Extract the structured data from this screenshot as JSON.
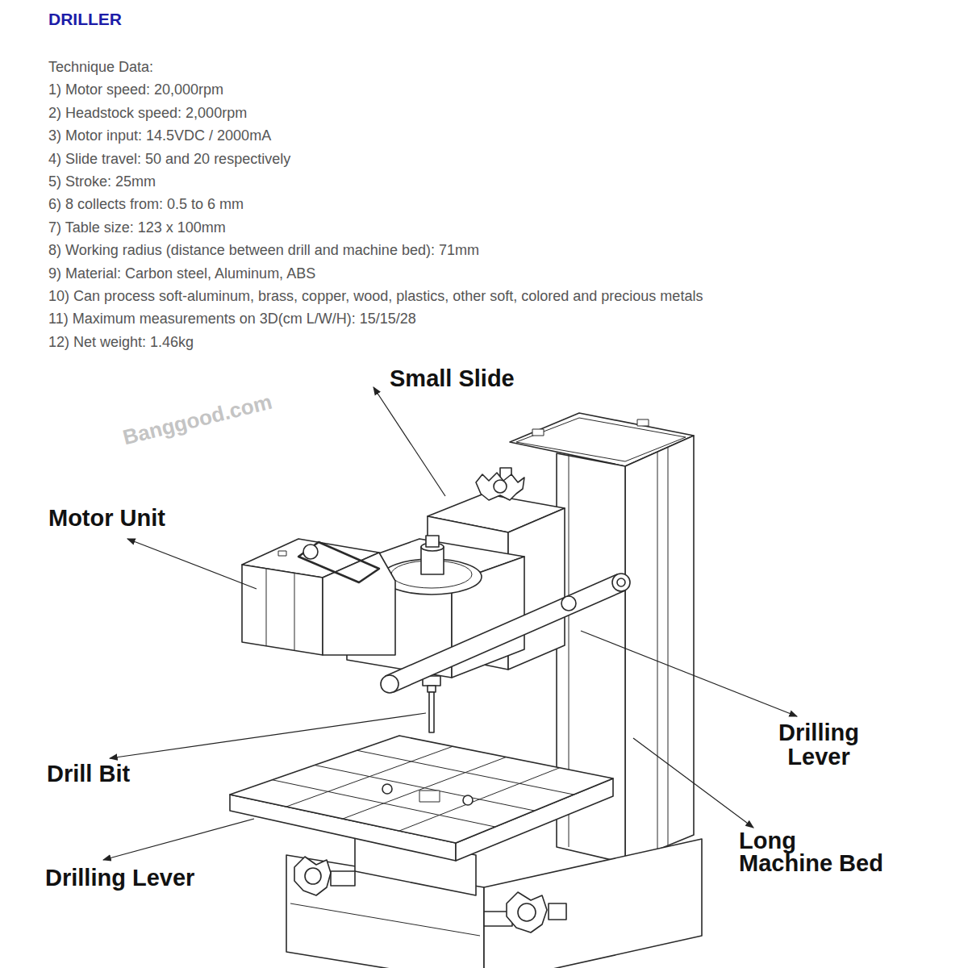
{
  "diagram": {
    "title": "DRILLER",
    "labels": [
      "Technique Data:",
      "1) Motor speed: 20,000rpm",
      "2) Headstock speed: 2,000rpm",
      "3) Motor input: 14.5VDC / 2000mA",
      "4) Slide travel: 50 and 20 respectively",
      "5) Stroke: 25mm",
      "6) 8 collects from: 0.5 to 6 mm",
      "7) Table size: 123 x 100mm",
      "8) Working radius (distance between drill and machine bed): 71mm",
      "9) Material: Carbon steel, Aluminum, ABS",
      "10) Can process soft-aluminum, brass, copper, wood, plastics, other soft, colored and precious metals",
      "11) Maximum measurements on 3D(cm L/W/H): 15/15/28",
      "12) Net weight: 1.46kg",
      "Small Slide",
      "Motor Unit",
      "Drilling Lever",
      "Drill Bit",
      "Drilling Lever",
      "Long Machine Bed",
      "Banggood.com"
    ]
  }
}
